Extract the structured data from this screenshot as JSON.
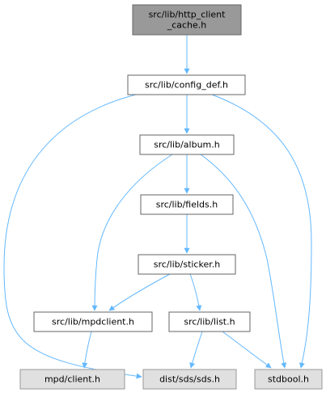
{
  "diagram": {
    "colors": {
      "edge": "#63b8ff",
      "node_border": "#666666",
      "node_fill": "#ffffff",
      "root_fill": "#999999",
      "system_fill": "#e0e0e0",
      "system_border": "#999999"
    },
    "nodes": [
      {
        "id": "root",
        "lines": [
          "src/lib/http_client",
          "_cache.h"
        ],
        "kind": "root"
      },
      {
        "id": "config_def",
        "lines": [
          "src/lib/config_def.h"
        ],
        "kind": "normal"
      },
      {
        "id": "album",
        "lines": [
          "src/lib/album.h"
        ],
        "kind": "normal"
      },
      {
        "id": "fields",
        "lines": [
          "src/lib/fields.h"
        ],
        "kind": "normal"
      },
      {
        "id": "sticker",
        "lines": [
          "src/lib/sticker.h"
        ],
        "kind": "normal"
      },
      {
        "id": "mpdclient",
        "lines": [
          "src/lib/mpdclient.h"
        ],
        "kind": "normal"
      },
      {
        "id": "list",
        "lines": [
          "src/lib/list.h"
        ],
        "kind": "normal"
      },
      {
        "id": "mpd_client",
        "lines": [
          "mpd/client.h"
        ],
        "kind": "system"
      },
      {
        "id": "sds",
        "lines": [
          "dist/sds/sds.h"
        ],
        "kind": "system"
      },
      {
        "id": "stdbool",
        "lines": [
          "stdbool.h"
        ],
        "kind": "system"
      }
    ],
    "edges": [
      {
        "from": "root",
        "to": "config_def"
      },
      {
        "from": "config_def",
        "to": "album"
      },
      {
        "from": "config_def",
        "to": "sds"
      },
      {
        "from": "config_def",
        "to": "stdbool"
      },
      {
        "from": "album",
        "to": "fields"
      },
      {
        "from": "album",
        "to": "mpdclient"
      },
      {
        "from": "album",
        "to": "stdbool"
      },
      {
        "from": "fields",
        "to": "sticker"
      },
      {
        "from": "sticker",
        "to": "mpdclient"
      },
      {
        "from": "sticker",
        "to": "list"
      },
      {
        "from": "mpdclient",
        "to": "mpd_client"
      },
      {
        "from": "list",
        "to": "sds"
      },
      {
        "from": "list",
        "to": "stdbool"
      }
    ]
  }
}
